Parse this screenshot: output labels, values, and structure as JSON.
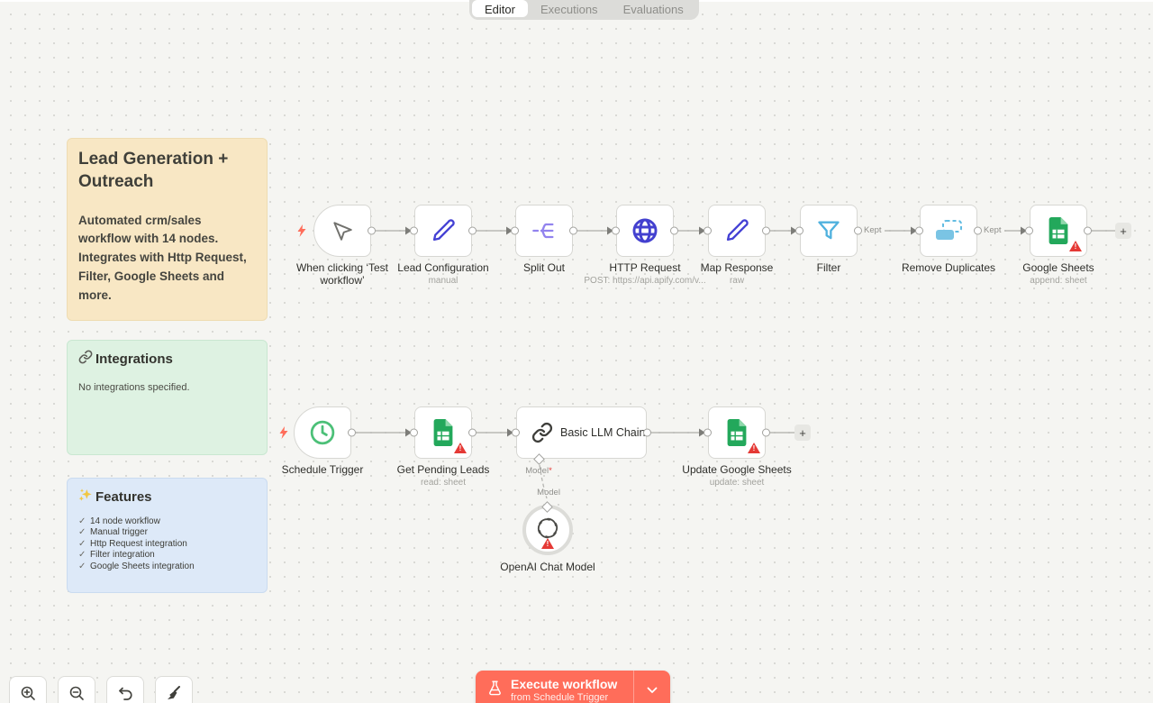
{
  "tab_bar": {
    "tabs": [
      {
        "label": "Editor",
        "active": true
      },
      {
        "label": "Executions",
        "active": false
      },
      {
        "label": "Evaluations",
        "active": false
      }
    ]
  },
  "sticky_notes": {
    "overview": {
      "title": "Lead Generation + Outreach",
      "body": "Automated crm/sales workflow with 14 nodes. Integrates with Http Request, Filter, Google Sheets and more."
    },
    "integrations": {
      "title": "Integrations",
      "body": "No integrations specified."
    },
    "features": {
      "title": "Features",
      "items": [
        "14 node workflow",
        "Manual trigger",
        "Http Request integration",
        "Filter integration",
        "Google Sheets integration"
      ]
    }
  },
  "workflow": {
    "row1": [
      {
        "label": "When clicking ‘Test workflow’",
        "subtitle": ""
      },
      {
        "label": "Lead Configuration",
        "subtitle": "manual"
      },
      {
        "label": "Split Out",
        "subtitle": ""
      },
      {
        "label": "HTTP Request",
        "subtitle": "POST: https://api.apify.com/v..."
      },
      {
        "label": "Map Response",
        "subtitle": "raw"
      },
      {
        "label": "Filter",
        "subtitle": ""
      },
      {
        "label": "Remove Duplicates",
        "subtitle": ""
      },
      {
        "label": "Google Sheets",
        "subtitle": "append: sheet"
      }
    ],
    "row2": [
      {
        "label": "Schedule Trigger",
        "subtitle": ""
      },
      {
        "label": "Get Pending Leads",
        "subtitle": "read: sheet"
      },
      {
        "label": "Basic LLM Chain",
        "subtitle": ""
      },
      {
        "label": "Update Google Sheets",
        "subtitle": "update: sheet"
      },
      {
        "label": "OpenAI Chat Model",
        "subtitle": ""
      }
    ],
    "connection_labels": {
      "filter_kept": "Kept",
      "dedupe_kept": "Kept"
    },
    "model_port": {
      "label": "Model",
      "required_mark": "*",
      "link_label": "Model"
    }
  },
  "controls": {
    "execute": {
      "title": "Execute workflow",
      "subtitle": "from Schedule Trigger"
    }
  },
  "icons": {
    "plus": "+"
  },
  "colors": {
    "accent": "#ff6d5a",
    "canvas": "#f5f5f2",
    "sticky_orange": "#f8e7c4",
    "sticky_green": "#def2e2",
    "sticky_blue": "#dde9f8",
    "warning_red": "#e53935",
    "sheets_green": "#23a85b",
    "pen_indigo": "#4441d4",
    "globe_indigo": "#4340cf",
    "splitout_purple": "#9283ee",
    "filter_blue": "#4fb1de",
    "clock_green": "#4cc078"
  }
}
